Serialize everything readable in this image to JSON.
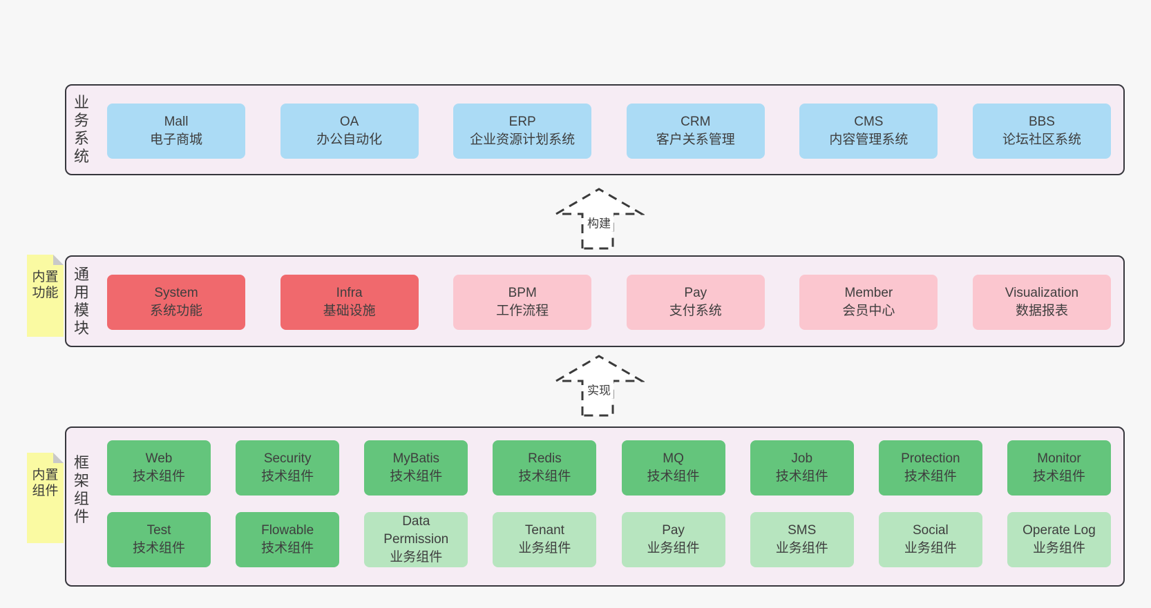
{
  "palette": {
    "page_bg": "#f7f7f7",
    "panel_bg": "#f6ecf4",
    "panel_border": "#36363c",
    "box_blue": "#abdbf5",
    "box_red": "#f0696d",
    "box_pink": "#fbc6cf",
    "box_green": "#64c57c",
    "box_light_green": "#b7e5bf",
    "note_yellow": "#fafaa2",
    "note_fold_gray": "#c9c9c9",
    "text": "#3e3e3e"
  },
  "business": {
    "label": "业务系统",
    "boxes": [
      {
        "name": "Mall",
        "desc": "电子商城"
      },
      {
        "name": "OA",
        "desc": "办公自动化"
      },
      {
        "name": "ERP",
        "desc": "企业资源计划系统"
      },
      {
        "name": "CRM",
        "desc": "客户关系管理"
      },
      {
        "name": "CMS",
        "desc": "内容管理系统"
      },
      {
        "name": "BBS",
        "desc": "论坛社区系统"
      }
    ]
  },
  "arrows": {
    "build": "构建",
    "implement": "实现"
  },
  "modules": {
    "label": "通用模块",
    "note": "内置功能",
    "boxes": [
      {
        "name": "System",
        "desc": "系统功能"
      },
      {
        "name": "Infra",
        "desc": "基础设施"
      },
      {
        "name": "BPM",
        "desc": "工作流程"
      },
      {
        "name": "Pay",
        "desc": "支付系统"
      },
      {
        "name": "Member",
        "desc": "会员中心"
      },
      {
        "name": "Visualization",
        "desc": "数据报表"
      }
    ]
  },
  "components": {
    "label": "框架组件",
    "note": "内置组件",
    "row1": [
      {
        "name": "Web",
        "desc": "技术组件"
      },
      {
        "name": "Security",
        "desc": "技术组件"
      },
      {
        "name": "MyBatis",
        "desc": "技术组件"
      },
      {
        "name": "Redis",
        "desc": "技术组件"
      },
      {
        "name": "MQ",
        "desc": "技术组件"
      },
      {
        "name": "Job",
        "desc": "技术组件"
      },
      {
        "name": "Protection",
        "desc": "技术组件"
      },
      {
        "name": "Monitor",
        "desc": "技术组件"
      }
    ],
    "row2": [
      {
        "name": "Test",
        "desc": "技术组件"
      },
      {
        "name": "Flowable",
        "desc": "技术组件"
      },
      {
        "name": "Data Permission",
        "desc": "业务组件"
      },
      {
        "name": "Tenant",
        "desc": "业务组件"
      },
      {
        "name": "Pay",
        "desc": "业务组件"
      },
      {
        "name": "SMS",
        "desc": "业务组件"
      },
      {
        "name": "Social",
        "desc": "业务组件"
      },
      {
        "name": "Operate Log",
        "desc": "业务组件"
      }
    ]
  }
}
